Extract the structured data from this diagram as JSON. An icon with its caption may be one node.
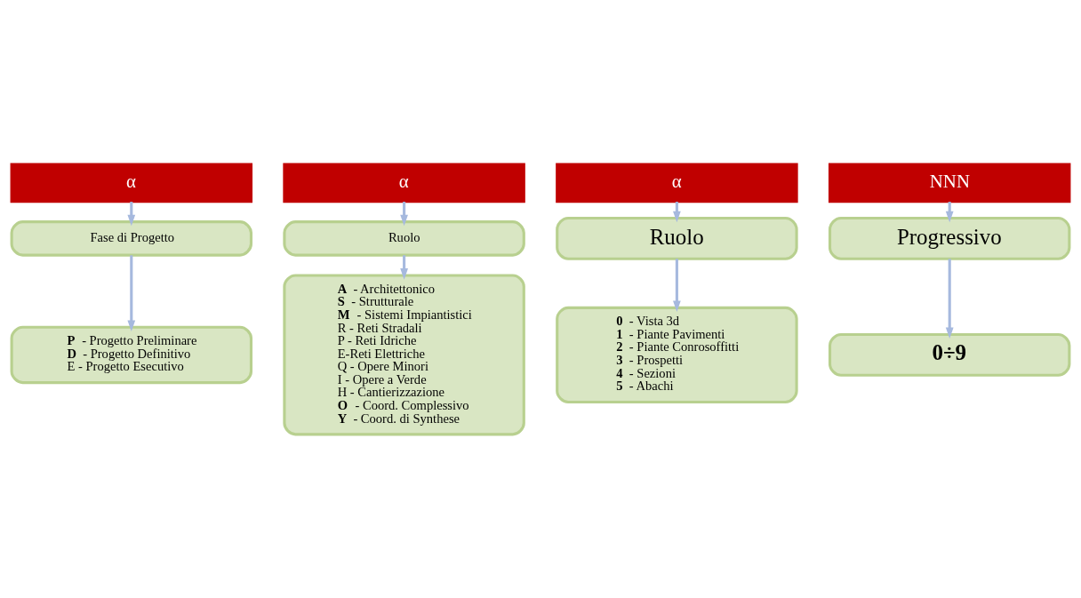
{
  "diagram": {
    "nodes": [
      {
        "text": [
          "α"
        ]
      },
      {
        "text": [
          "Fase di Progetto"
        ]
      },
      {
        "text": [
          "**P** - Progetto Preliminare",
          "**D** - Progetto Definitivo",
          "E - Progetto Esecutivo"
        ]
      },
      {
        "text": [
          "α"
        ]
      },
      {
        "text": [
          "Ruolo"
        ]
      },
      {
        "text": [
          "**A** - Architettonico",
          "**S** - Strutturale",
          "**M** - Sistemi Impiantistici",
          "R - Reti Stradali",
          "P - Reti Idriche",
          "E-Reti Elettriche",
          "Q - Opere Minori",
          "I - Opere a Verde",
          "H - Cantierizzazione",
          "**O** - Coord. Complessivo",
          "**Y** - Coord. di Synthese"
        ]
      },
      {
        "text": [
          "α"
        ]
      },
      {
        "text": [
          "Ruolo"
        ]
      },
      {
        "text": [
          "**0** - Vista 3d",
          "**1** - Piante Pavimenti",
          "**2** - Piante Conrosoffitti",
          "**3** - Prospetti",
          "**4** - Sezioni",
          "**5** - Abachi"
        ]
      },
      {
        "text": [
          "NNN"
        ]
      },
      {
        "text": [
          "Progressivo"
        ]
      },
      {
        "text": [
          "**0÷9**"
        ]
      }
    ],
    "edges": [
      {
        "from": 0,
        "to": 1,
        "arrow": "to"
      },
      {
        "from": 1,
        "to": 2,
        "arrow": "to"
      },
      {
        "from": 3,
        "to": 4,
        "arrow": "to"
      },
      {
        "from": 4,
        "to": 5,
        "arrow": "to"
      },
      {
        "from": 6,
        "to": 7,
        "arrow": "to"
      },
      {
        "from": 7,
        "to": 8,
        "arrow": "to"
      },
      {
        "from": 9,
        "to": 10,
        "arrow": "to"
      },
      {
        "from": 10,
        "to": 11,
        "arrow": "to"
      }
    ]
  }
}
